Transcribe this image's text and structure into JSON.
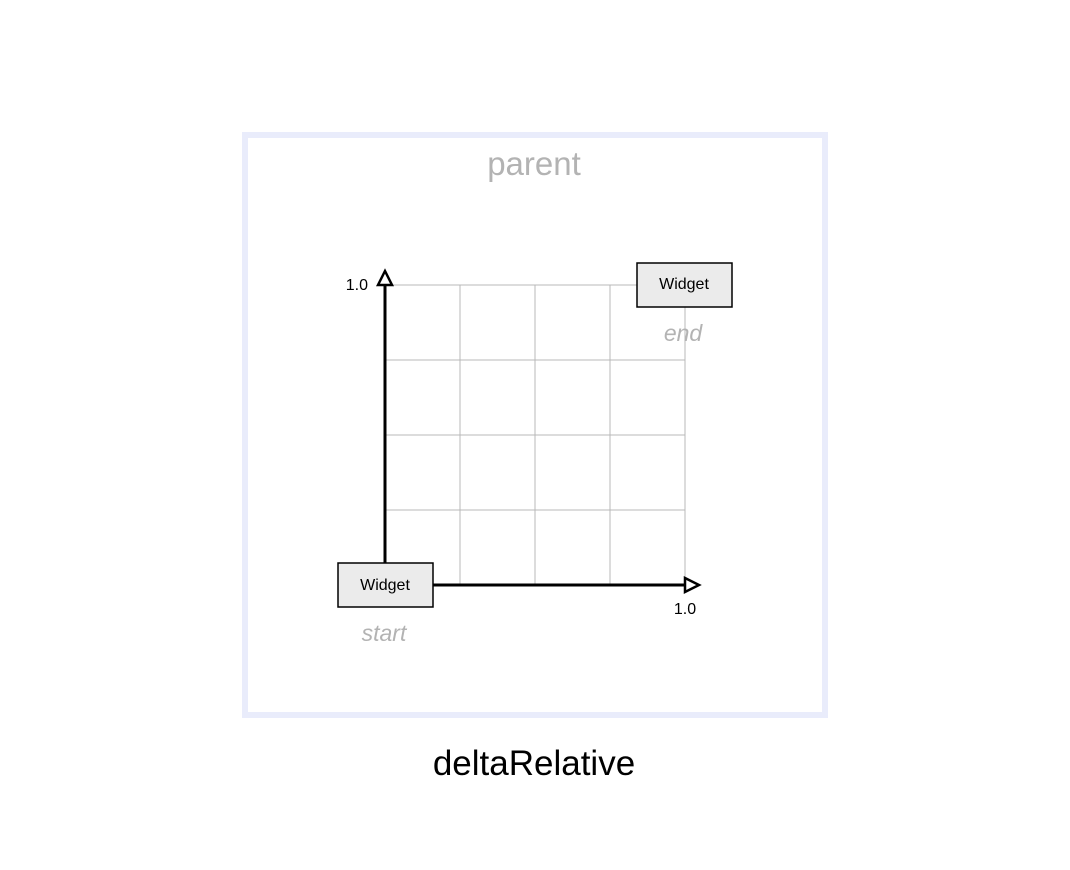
{
  "parent_label": "parent",
  "caption": "deltaRelative",
  "axes": {
    "x_max_label": "1.0",
    "y_max_label": "1.0"
  },
  "start_widget": {
    "label": "Widget",
    "state": "start"
  },
  "end_widget": {
    "label": "Widget",
    "state": "end"
  },
  "grid_divisions": 4,
  "colors": {
    "parent_border": "#e9ecfb",
    "widget_fill": "#ebebeb",
    "muted_text": "#b3b3b3",
    "grid": "#b8b8b8"
  }
}
